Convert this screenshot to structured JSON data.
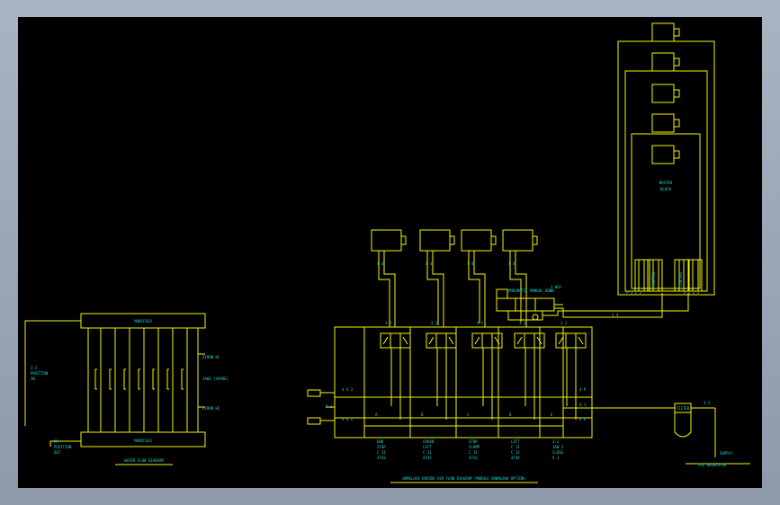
{
  "colors": {
    "background": "#000000",
    "frame": "#9aa5b4",
    "linework": "#f5f50a",
    "text_cyan": "#27d6d6"
  },
  "water_flow": {
    "manifold_top": "MANIFOLD",
    "manifold_bottom": "MANIFOLD",
    "left_label_1": "3-2",
    "left_label_2": "POSITION",
    "left_label_3": "IN",
    "bottom_left_1": "PR",
    "bottom_left_2": "POSITION",
    "bottom_left_3": "OUT",
    "right_label_1": "AIRON HC",
    "right_label_2": "JAW3 (SPARE)",
    "right_label_3": "AIRON HC",
    "title": "WATER FLOW DIAGRAM"
  },
  "main": {
    "valve_labels": [
      "3 2",
      "3 2",
      "3 2",
      "3 2",
      "3 2"
    ],
    "cyl_tags": [
      "1 4",
      "1 4",
      "1 4",
      "1 4"
    ],
    "port_left": [
      "4 4 3",
      "P 1",
      "4 4 3"
    ],
    "port_right": [
      "4 P",
      "4 1",
      "4 P"
    ],
    "column_letters": [
      "A",
      "B",
      "C",
      "D",
      "E"
    ],
    "column_notes": [
      [
        "END",
        "STOP",
        "C 11",
        "4743"
      ],
      [
        "CHAIN",
        "LIFT",
        "C 11",
        "4747"
      ],
      [
        "STOP",
        "CLAMP",
        "C 11",
        "4743"
      ],
      [
        "LIFT",
        "C 11",
        "C 11",
        "4744"
      ],
      [
        "3-2",
        "JAW 3",
        "CLOSE",
        "A 1"
      ]
    ],
    "pilot_label": "3 WAY",
    "pilot_label_2": "PNEUMATIC MANUAL DOWN",
    "filter_label": "FILTER",
    "supply_label": "SUPPLY",
    "supply_note": "3-2",
    "filter_out": "FRL REGULATOR",
    "title": "HOMELOCK ENCODE AIR FLOW DIAGRAM (MODULE DOWNLOAD OPTION)"
  },
  "stack": {
    "block_label_1": "MASTER",
    "block_label_2": "BLOCK",
    "side_left": "CONTROL",
    "side_right": "CONTROL",
    "foot_left": "P 1 2 3",
    "foot_right": "P 1 2 3"
  }
}
